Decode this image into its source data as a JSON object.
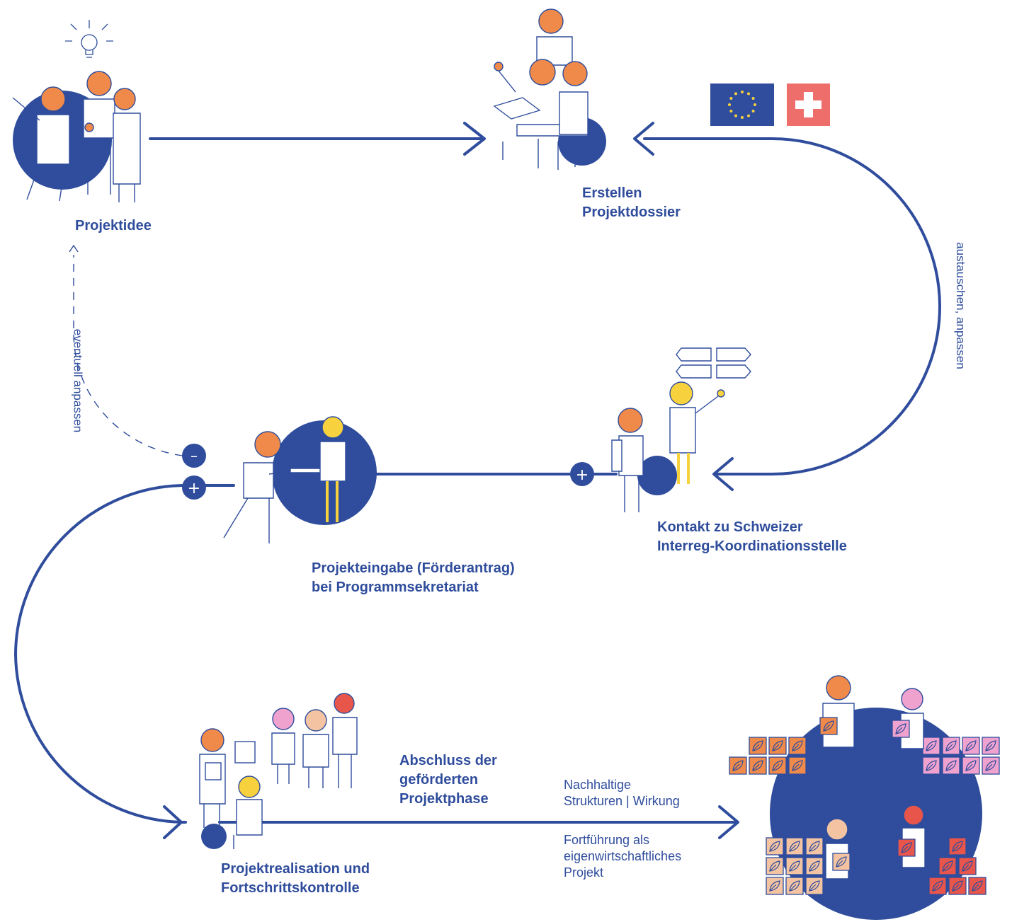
{
  "colors": {
    "blue": "#2f4d9c",
    "orange": "#f08a4b",
    "yellow": "#f7d23e",
    "pink": "#f0a2cf",
    "red": "#e8564b",
    "peach": "#f4c4a2",
    "swiss_red": "#ee6e6b",
    "white": "#ffffff"
  },
  "icons": [
    "lightbulb-icon",
    "eu-flag-icon",
    "swiss-flag-icon",
    "signpost-icon",
    "minus-icon",
    "plus-icon",
    "leaf-crate-icon"
  ],
  "steps": {
    "idea": [
      "Projektidee"
    ],
    "dossier": [
      "Erstellen",
      "Projektdossier"
    ],
    "contact": [
      "Kontakt zu Schweizer",
      "Interreg-Koordinationsstelle"
    ],
    "submission": [
      "Projekteingabe (Förderantrag)",
      "bei Programmsekretariat"
    ],
    "realisation": [
      "Projektrealisation und",
      "Fortschrittskontrolle"
    ],
    "completion": [
      "Abschluss der",
      "geförderten",
      "Projektphase"
    ]
  },
  "notes": {
    "exchange": "austauschen, anpassen",
    "adjust": "eventuell anpassen",
    "structures": [
      "Nachhaltige",
      "Strukturen | Wirkung"
    ],
    "continuation": [
      "Fortführung als",
      "eigenwirtschaftliches",
      "Projekt"
    ]
  },
  "symbols": {
    "minus": "–",
    "plus": "+"
  }
}
